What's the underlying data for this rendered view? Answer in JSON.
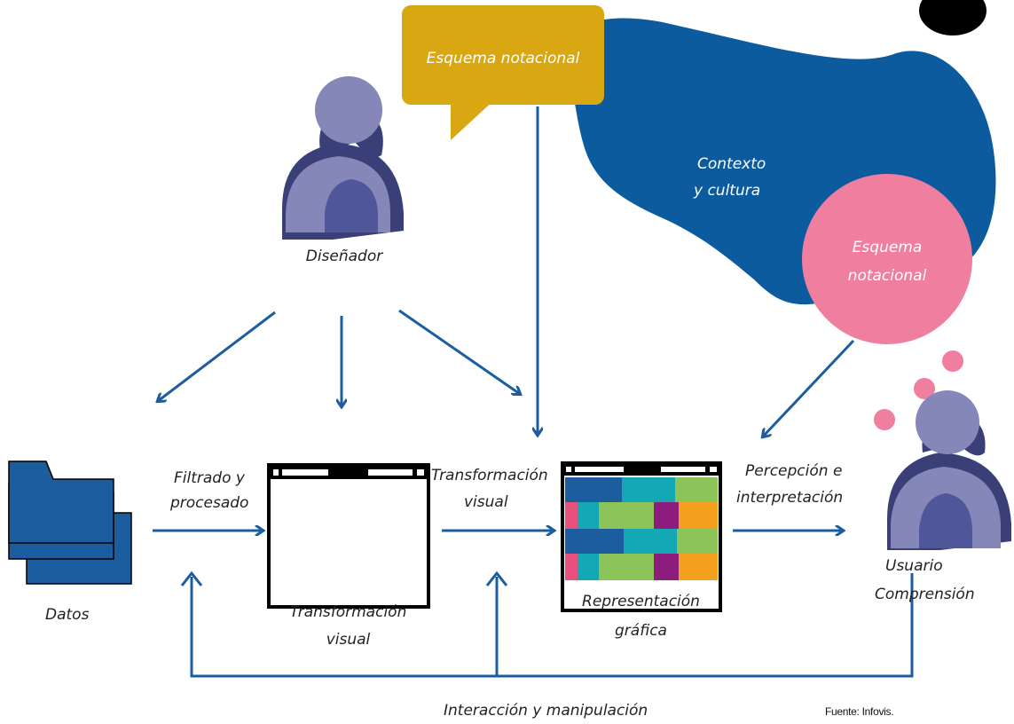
{
  "labels": {
    "esquema_top": "Esquema notacional",
    "contexto_1": "Contexto",
    "contexto_2": "y cultura",
    "esquema_pink_1": "Esquema",
    "esquema_pink_2": "notacional",
    "disenador": "Diseñador",
    "filtrado_1": "Filtrado y",
    "filtrado_2": "procesado",
    "transform_mid_1": "Transformación",
    "transform_mid_2": "visual",
    "percepcion_1": "Percepción e",
    "percepcion_2": "interpretación",
    "datos": "Datos",
    "transform_bottom_1": "Transformación",
    "transform_bottom_2": "visual",
    "representacion_1": "Representación",
    "representacion_2": "gráfica",
    "usuario": "Usuario",
    "comprension": "Comprensión",
    "interaccion": "Interacción y manipulación",
    "fuente": "Fuente: Infovis."
  },
  "colors": {
    "arrow": "#1c5d9f",
    "cloud": "#0d5b9f",
    "bubble_gold": "#d9a712",
    "bubble_pink": "#ef7e9f",
    "person_light": "#8487b8",
    "person_dark": "#5a5f9f",
    "folder": "#1c5d9f",
    "bar_blue": "#1c5d9f",
    "bar_teal": "#14a7b4",
    "bar_green": "#8cc45a",
    "bar_magenta": "#8d1c7f",
    "bar_orange": "#f4a11f",
    "bar_pink": "#e8507e"
  }
}
